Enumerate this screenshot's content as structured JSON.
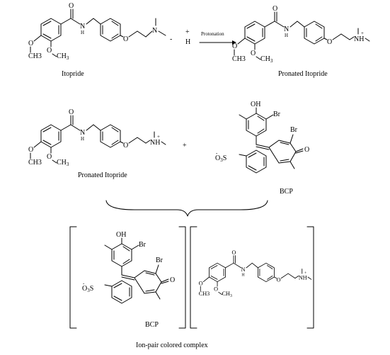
{
  "labels": {
    "itopride": "Itopride",
    "pronated_itopride_1": "Pronated Itopride",
    "pronated_itopride_2": "Pronated Itopride",
    "bcp_1": "BCP",
    "bcp_2": "BCP",
    "ion_pair": "Ion-pair colored complex",
    "protonation": "Protonation"
  },
  "symbols": {
    "plus": "+",
    "minus": "-",
    "h": "H",
    "hplus": "+"
  },
  "atoms": {
    "o": "O",
    "oh": "OH",
    "br": "Br",
    "n": "N",
    "nh": "NH",
    "h": "H",
    "ch3": "CH3",
    "ch3_sub": "CH",
    "sub3": "3",
    "so3": "O",
    "so3_sub": "3",
    "so3_s": "S",
    "minus": "-",
    "plus": "+"
  }
}
